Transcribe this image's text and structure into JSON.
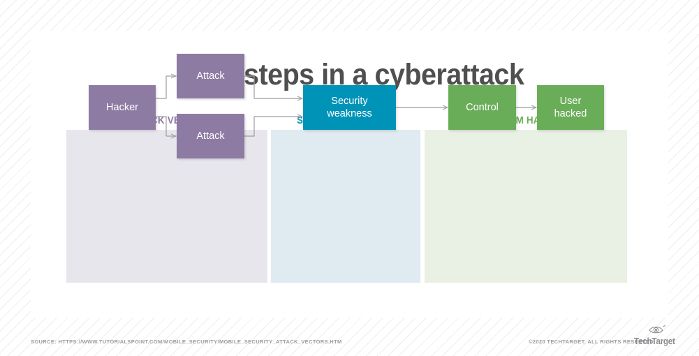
{
  "title": "Main steps in a cyberattack",
  "columns": [
    {
      "id": "attack-vector",
      "label": "ATTACK VECTOR",
      "color": "#8d7ba3"
    },
    {
      "id": "system-weakness",
      "label": "SYSTEM WEAKNESS",
      "color": "#0093b8"
    },
    {
      "id": "system-hacked",
      "label": "SYSTEM HACKED",
      "color": "#6aad58"
    }
  ],
  "nodes": {
    "hacker": "Hacker",
    "attack1": "Attack",
    "attack2": "Attack",
    "weakness_line1": "Security",
    "weakness_line2": "weakness",
    "control": "Control",
    "user_line1": "User",
    "user_line2": "hacked"
  },
  "footer": {
    "source": "SOURCE: HTTPS://WWW.TUTORIALSPOINT.COM/MOBILE_SECURITY/MOBILE_SECURITY_ATTACK_VECTORS.HTM",
    "copyright": "©2020 TECHTARGET. ALL RIGHTS RESERVED",
    "logo_word": "TechTarget"
  },
  "chart_data": {
    "type": "diagram",
    "title": "Main steps in a cyberattack",
    "stages": [
      {
        "label": "ATTACK VECTOR",
        "color": "#8d7ba3",
        "panel_color": "#e8e6ed",
        "nodes": [
          "Hacker",
          "Attack",
          "Attack"
        ]
      },
      {
        "label": "SYSTEM WEAKNESS",
        "color": "#0093b8",
        "panel_color": "#dfeaf1",
        "nodes": [
          "Security weakness"
        ]
      },
      {
        "label": "SYSTEM HACKED",
        "color": "#6aad58",
        "panel_color": "#e9f0e4",
        "nodes": [
          "Control",
          "User hacked"
        ]
      }
    ],
    "edges": [
      {
        "from": "Hacker",
        "to": "Attack (top)"
      },
      {
        "from": "Hacker",
        "to": "Attack (bottom)"
      },
      {
        "from": "Attack (top)",
        "to": "Security weakness"
      },
      {
        "from": "Attack (bottom)",
        "to": "Security weakness"
      },
      {
        "from": "Security weakness",
        "to": "Control"
      },
      {
        "from": "Control",
        "to": "User hacked"
      }
    ]
  }
}
